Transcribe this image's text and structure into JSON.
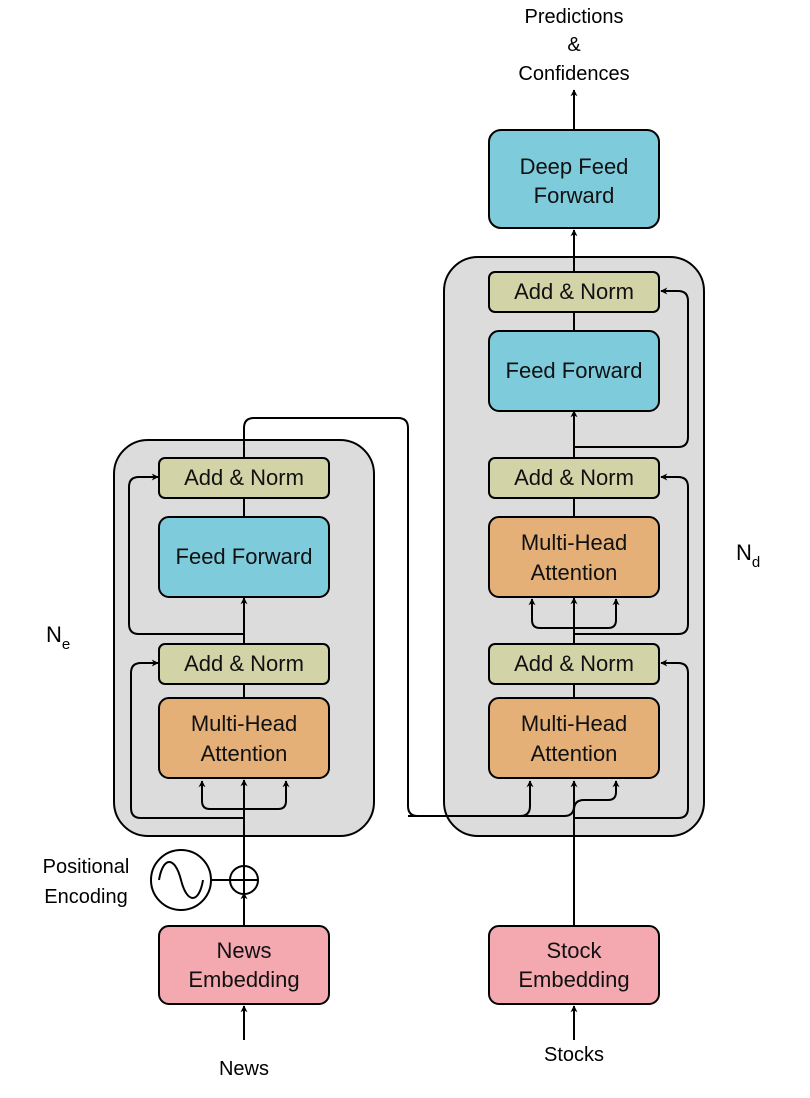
{
  "colors": {
    "add_norm": "#d3d3a8",
    "feed_forward": "#7ecbdc",
    "attention": "#e4b077",
    "embedding": "#f4a8b0",
    "container": "#dcdcdc"
  },
  "encoder": {
    "add_norm_top": "Add & Norm",
    "feed_forward": "Feed Forward",
    "add_norm_bottom": "Add & Norm",
    "attention": [
      "Multi-Head",
      "Attention"
    ],
    "repeat_label": "N",
    "repeat_sub": "e"
  },
  "decoder": {
    "add_norm_top": "Add & Norm",
    "feed_forward": "Feed Forward",
    "add_norm_middle": "Add & Norm",
    "cross_attention": [
      "Multi-Head",
      "Attention"
    ],
    "add_norm_bottom": "Add & Norm",
    "self_attention": [
      "Multi-Head",
      "Attention"
    ],
    "repeat_label": "N",
    "repeat_sub": "d"
  },
  "deep_feed_forward": [
    "Deep Feed",
    "Forward"
  ],
  "outputs": [
    "Predictions",
    "&",
    "Confidences"
  ],
  "positional_encoding": [
    "Positional",
    "Encoding"
  ],
  "news_embedding": [
    "News",
    "Embedding"
  ],
  "stock_embedding": [
    "Stock",
    "Embedding"
  ],
  "news_input": "News",
  "stocks_input": "Stocks"
}
